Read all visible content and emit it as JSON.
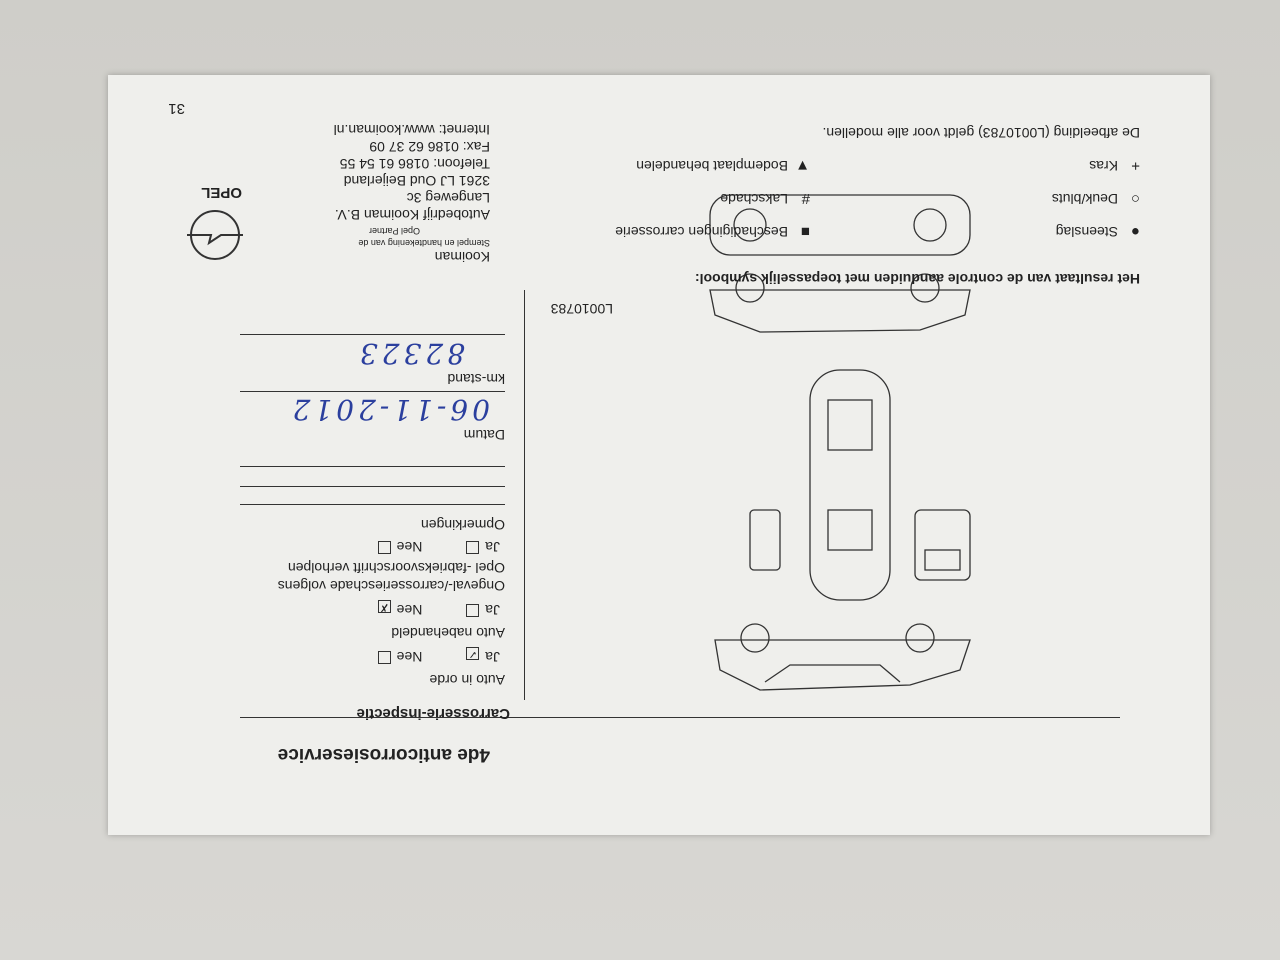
{
  "title": "4de anticorrosieservice",
  "section": "Carrosserie-inspectie",
  "questions": [
    {
      "label": "Auto in orde",
      "ja": "Ja",
      "nee": "Nee",
      "ja_checked": true,
      "nee_checked": false
    },
    {
      "label": "Auto nabehandeld",
      "ja": "Ja",
      "nee": "Nee",
      "ja_checked": false,
      "nee_checked": true
    },
    {
      "label_line1": "Ongeval-/carrosserieschade volgens",
      "label_line2": "Opel -fabrieksvoorschrift verholpen",
      "ja": "Ja",
      "nee": "Nee",
      "ja_checked": false,
      "nee_checked": false
    }
  ],
  "remarks_label": "Opmerkingen",
  "date_label": "Datum",
  "date_value": "06-11-2012",
  "km_label": "km-stand",
  "km_value": "82323",
  "diagram_code": "L0010783",
  "instruction": "Het resultaat van de controle aanduiden met toepasselijk symbool:",
  "legend": [
    {
      "symbol": "●",
      "label": "Steenslag"
    },
    {
      "symbol": "■",
      "label": "Beschadigingen carrosserie"
    },
    {
      "symbol": "○",
      "label": "Deuk/bluts"
    },
    {
      "symbol": "#",
      "label": "Lakschade"
    },
    {
      "symbol": "+",
      "label": "Kras"
    },
    {
      "symbol": "▼",
      "label": "Bodemplaat behandelen"
    }
  ],
  "footnote": "De afbeelding (L0010783) geldt voor alle modellen.",
  "stamp": {
    "name": "Kooiman",
    "caption_line1": "Stempel en handtekening van de",
    "caption_line2": "Opel Partner",
    "company": "Autobedrijf Kooiman B.V.",
    "street": "Langeweg 3c",
    "city": "3261 LJ  Oud Beijerland",
    "phone": "Telefoon: 0186 61 54 55",
    "fax": "Fax: 0186 62 37 09",
    "internet": "Internet: www.kooiman.nl",
    "brand": "OPEL"
  },
  "page_number": "31"
}
